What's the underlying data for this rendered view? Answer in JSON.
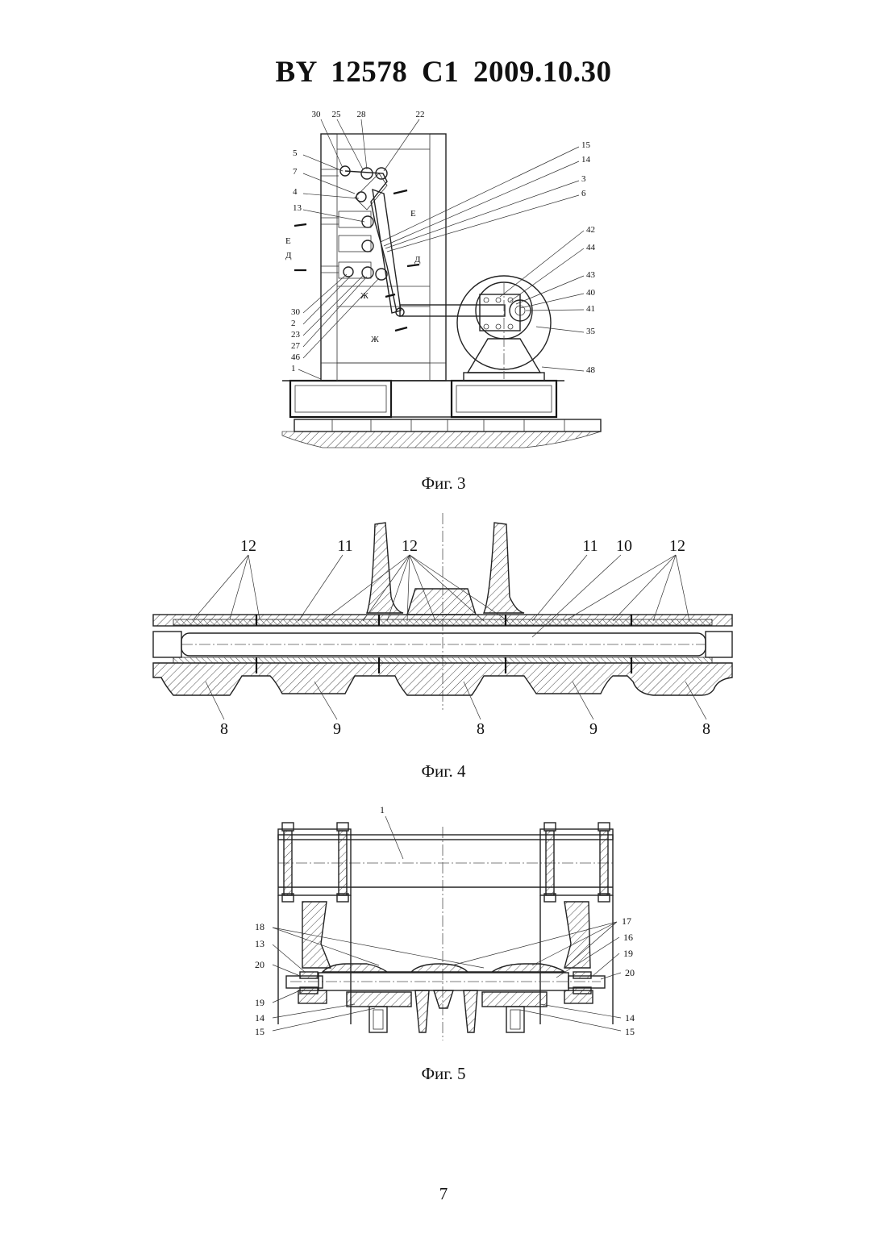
{
  "header": {
    "title": "BY  12578  C1  2009.10.30"
  },
  "figures": {
    "fig3": {
      "caption": "Фиг. 3",
      "callouts": [
        "30",
        "25",
        "28",
        "22",
        "15",
        "14",
        "3",
        "6",
        "5",
        "7",
        "4",
        "13",
        "Е",
        "Д",
        "Е",
        "Д",
        "42",
        "44",
        "43",
        "40",
        "41",
        "35",
        "48",
        "Ж",
        "Ж",
        "30",
        "2",
        "23",
        "27",
        "46",
        "1"
      ]
    },
    "fig4": {
      "caption": "Фиг. 4",
      "callouts": [
        "12",
        "11",
        "12",
        "11",
        "10",
        "12",
        "8",
        "9",
        "8",
        "9",
        "8"
      ]
    },
    "fig5": {
      "caption": "Фиг. 5",
      "callouts": [
        "1",
        "18",
        "13",
        "20",
        "19",
        "14",
        "15",
        "17",
        "16",
        "19",
        "20",
        "14",
        "15"
      ]
    }
  },
  "page_number": "7"
}
